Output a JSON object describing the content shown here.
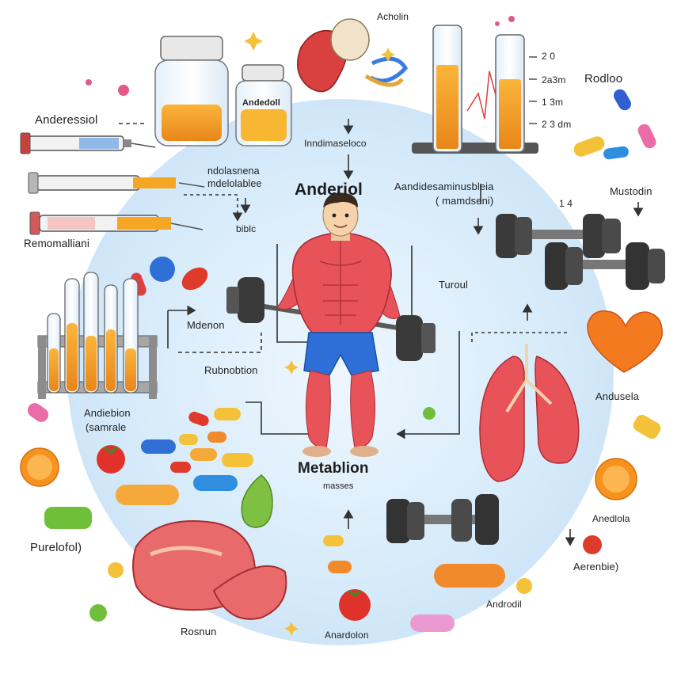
{
  "center": {
    "title": "Anderiol",
    "subtitle": "Metablion",
    "subtitle_sub": "masses"
  },
  "labels": {
    "top_left_header": "Anderessiol",
    "jar_label": "Andedoll",
    "jar_caption": "ndolasnena mdelolablee",
    "mid_caption": "Inndimaseloco",
    "top_organ": "Acholin",
    "tube_caption_line1": "Aandidesaminusbleia",
    "tube_caption_line2": "( mamdseni)",
    "tube_mark_1": "2 0",
    "tube_mark_2": "2a3m",
    "tube_mark_3": "1 3m",
    "tube_mark_4": "2 3 dm",
    "right_top": "Rodloo",
    "right_top_2": "Mustodin",
    "number_14": "1 4",
    "left_syringes": "Remomalliani",
    "left_bible": "biblc",
    "left_mdenon": "Mdenon",
    "left_rubnobtion": "Rubnobtion",
    "left_samples_1": "Andiebion",
    "left_samples_2": "(samrale",
    "right_turoul": "Turoul",
    "right_heart": "Andusela",
    "right_anedlola": "Anedlola",
    "right_aerenbie": "Aerenbie)",
    "bottom_left": "Purelofol)",
    "bottom_rosnun": "Rosnun",
    "bottom_anardolon": "Anardolon",
    "bottom_androdil": "Androdil"
  },
  "colors": {
    "circle": "#d7ebfa",
    "muscle": "#e8535a",
    "shorts": "#2d6fd6",
    "arrow": "#333333",
    "liquid": "#f5a623",
    "plate": "#3a3a3a"
  },
  "icons": [
    "syringe-icon",
    "jar-icon",
    "test-tube-icon",
    "dumbbell-icon",
    "pill-icon",
    "heart-icon",
    "lungs-icon",
    "muscle-man-icon",
    "organ-icon",
    "orange-icon",
    "tomato-icon",
    "meat-icon",
    "pear-icon"
  ]
}
